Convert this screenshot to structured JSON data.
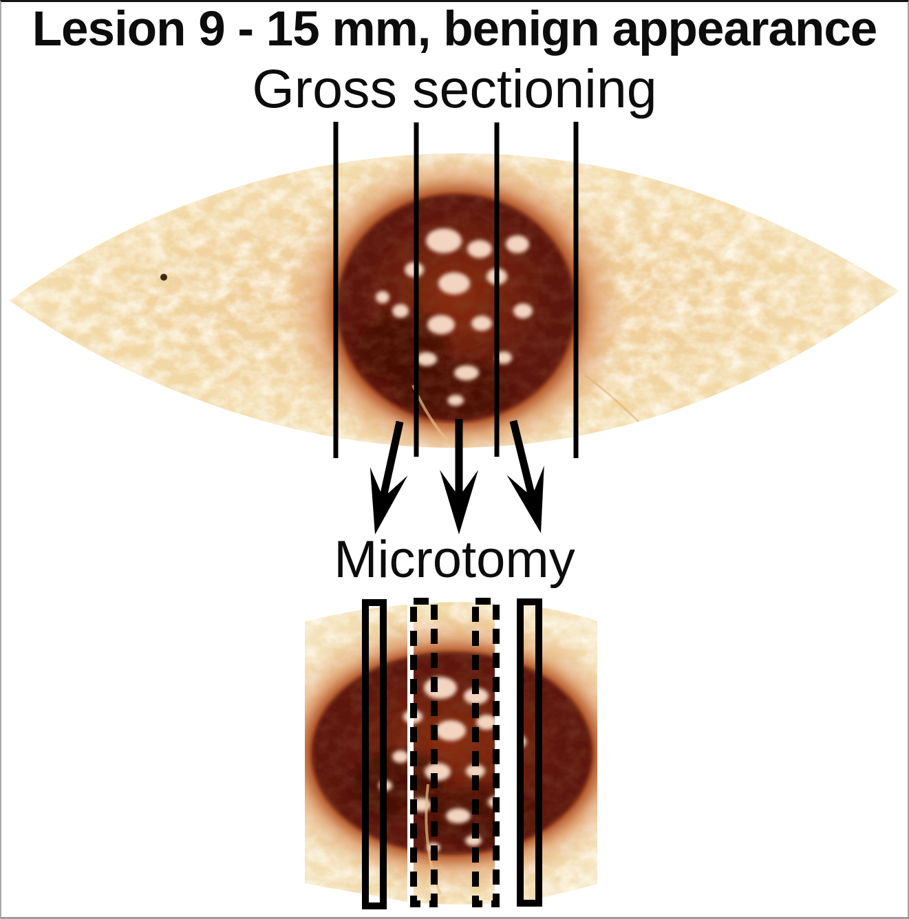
{
  "figure": {
    "title": "Lesion 9 - 15 mm, benign appearance",
    "stage1_label": "Gross sectioning",
    "stage2_label": "Microtomy"
  },
  "gross_sectioning": {
    "section_line_count": 4,
    "arrow_count": 3
  },
  "microtomy": {
    "tissue_strip_count": 3,
    "slide_frames": [
      {
        "position": "left-strip",
        "style": "solid"
      },
      {
        "position": "middle-strip-left",
        "style": "dashed"
      },
      {
        "position": "middle-strip-right",
        "style": "dashed"
      },
      {
        "position": "right-strip",
        "style": "solid"
      }
    ]
  },
  "colors": {
    "ink": "#000000",
    "text": "#0c0c0c",
    "skin_edge": "#ecc189",
    "skin_light": "#f7edd3",
    "skin_mid": "#f2d9a8",
    "halo": "#df9f6e",
    "lesion_rim": "#b05226",
    "lesion_main": "#8c2d12",
    "lesion_core": "#5d170a",
    "lesion_dark": "#430e06",
    "highlight": "#f2d4c0"
  }
}
